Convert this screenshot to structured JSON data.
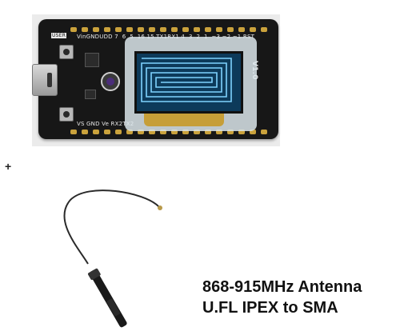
{
  "board": {
    "silk_top": "VinGNDUDD 7  6  5  16 15 TX1RX1 4  3  2  1  ~3 ~2 ~1 RST",
    "silk_user": "USER",
    "silk_bottom": "VS GND Ve RX2TX2",
    "version": "V1.0"
  },
  "plus_sign": "+",
  "caption": {
    "line1": "868-915MHz Antenna",
    "line2": "U.FL IPEX to SMA"
  }
}
